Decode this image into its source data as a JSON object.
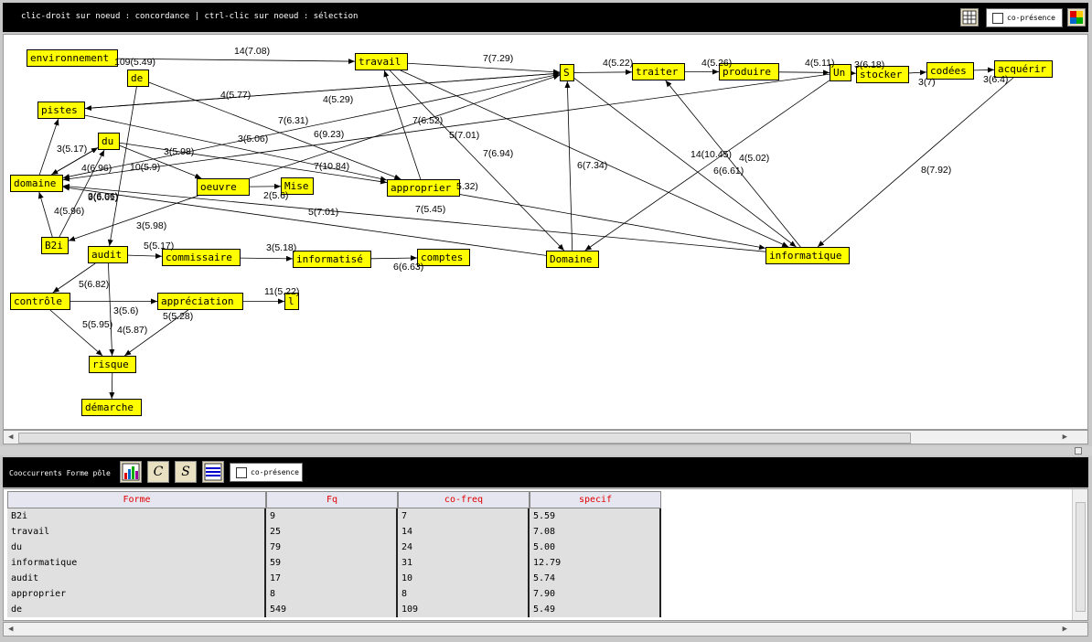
{
  "toolbar": {
    "message": "clic-droit sur noeud : concordance | ctrl-clic sur noeud : sélection",
    "copresence_label": "co-présence"
  },
  "graph": {
    "nodes": [
      {
        "id": "environnement",
        "label": "environnement"
      },
      {
        "id": "de",
        "label": "de"
      },
      {
        "id": "travail",
        "label": "travail"
      },
      {
        "id": "S",
        "label": "S"
      },
      {
        "id": "traiter",
        "label": "traiter"
      },
      {
        "id": "produire",
        "label": "produire"
      },
      {
        "id": "Un",
        "label": "Un"
      },
      {
        "id": "stocker",
        "label": "stocker"
      },
      {
        "id": "codees",
        "label": "codées"
      },
      {
        "id": "acquerir",
        "label": "acquérir"
      },
      {
        "id": "pistes",
        "label": "pistes"
      },
      {
        "id": "du",
        "label": "du"
      },
      {
        "id": "domaine",
        "label": "domaine"
      },
      {
        "id": "oeuvre",
        "label": "oeuvre"
      },
      {
        "id": "Mise",
        "label": "Mise"
      },
      {
        "id": "approprier",
        "label": "approprier"
      },
      {
        "id": "B2i",
        "label": "B2i"
      },
      {
        "id": "audit",
        "label": "audit"
      },
      {
        "id": "commissaire",
        "label": "commissaire"
      },
      {
        "id": "informatise",
        "label": "informatisé"
      },
      {
        "id": "comptes",
        "label": "comptes"
      },
      {
        "id": "Domaine",
        "label": "Domaine"
      },
      {
        "id": "informatique",
        "label": "informatique"
      },
      {
        "id": "controle",
        "label": "contrôle"
      },
      {
        "id": "appreciation",
        "label": "appréciation"
      },
      {
        "id": "l",
        "label": "l"
      },
      {
        "id": "risque",
        "label": "risque"
      },
      {
        "id": "demarche",
        "label": "démarche"
      }
    ],
    "edge_labels": [
      "14(7.08)",
      "109(5.49)",
      "7(7.29)",
      "4(5.22)",
      "4(5.26)",
      "4(5.11)",
      "3(6.18)",
      "3(7)",
      "3(6.4)",
      "4(5.77)",
      "4(5.29)",
      "7(6.31)",
      "6(9.23)",
      "7(6.52)",
      "5(7.01)",
      "7(6.94)",
      "3(5.06)",
      "3(5.17)",
      "3(5.98)",
      "10(5.9)",
      "4(6.96)",
      "3(6.06)",
      "7(10.84)",
      "9(6.61)",
      "14(10.45)",
      "4(5.02)",
      "6(6.61)",
      "6(7.34)",
      "8(7.92)",
      "5.32)",
      "2(5.6)",
      "4(5.96)",
      "5(7.01)",
      "7(5.45)",
      "3(5.98)",
      "5(5.17)",
      "3(5.18)",
      "6(6.63)",
      "5(6.82)",
      "11(5.22)",
      "3(5.6)",
      "5(5.28)",
      "5(5.95)",
      "4(5.87)"
    ]
  },
  "panel": {
    "title": "Cooccurrents Forme pôle",
    "copresence_label": "co-présence",
    "icon_c": "C",
    "icon_s": "S"
  },
  "table": {
    "headers": [
      "Forme",
      "Fq",
      "co-freq",
      "specif"
    ],
    "rows": [
      [
        "B2i",
        "9",
        "7",
        "5.59"
      ],
      [
        "travail",
        "25",
        "14",
        "7.08"
      ],
      [
        "du",
        "79",
        "24",
        "5.00"
      ],
      [
        "informatique",
        "59",
        "31",
        "12.79"
      ],
      [
        "audit",
        "17",
        "10",
        "5.74"
      ],
      [
        "approprier",
        "8",
        "8",
        "7.90"
      ],
      [
        "de",
        "549",
        "109",
        "5.49"
      ]
    ]
  }
}
